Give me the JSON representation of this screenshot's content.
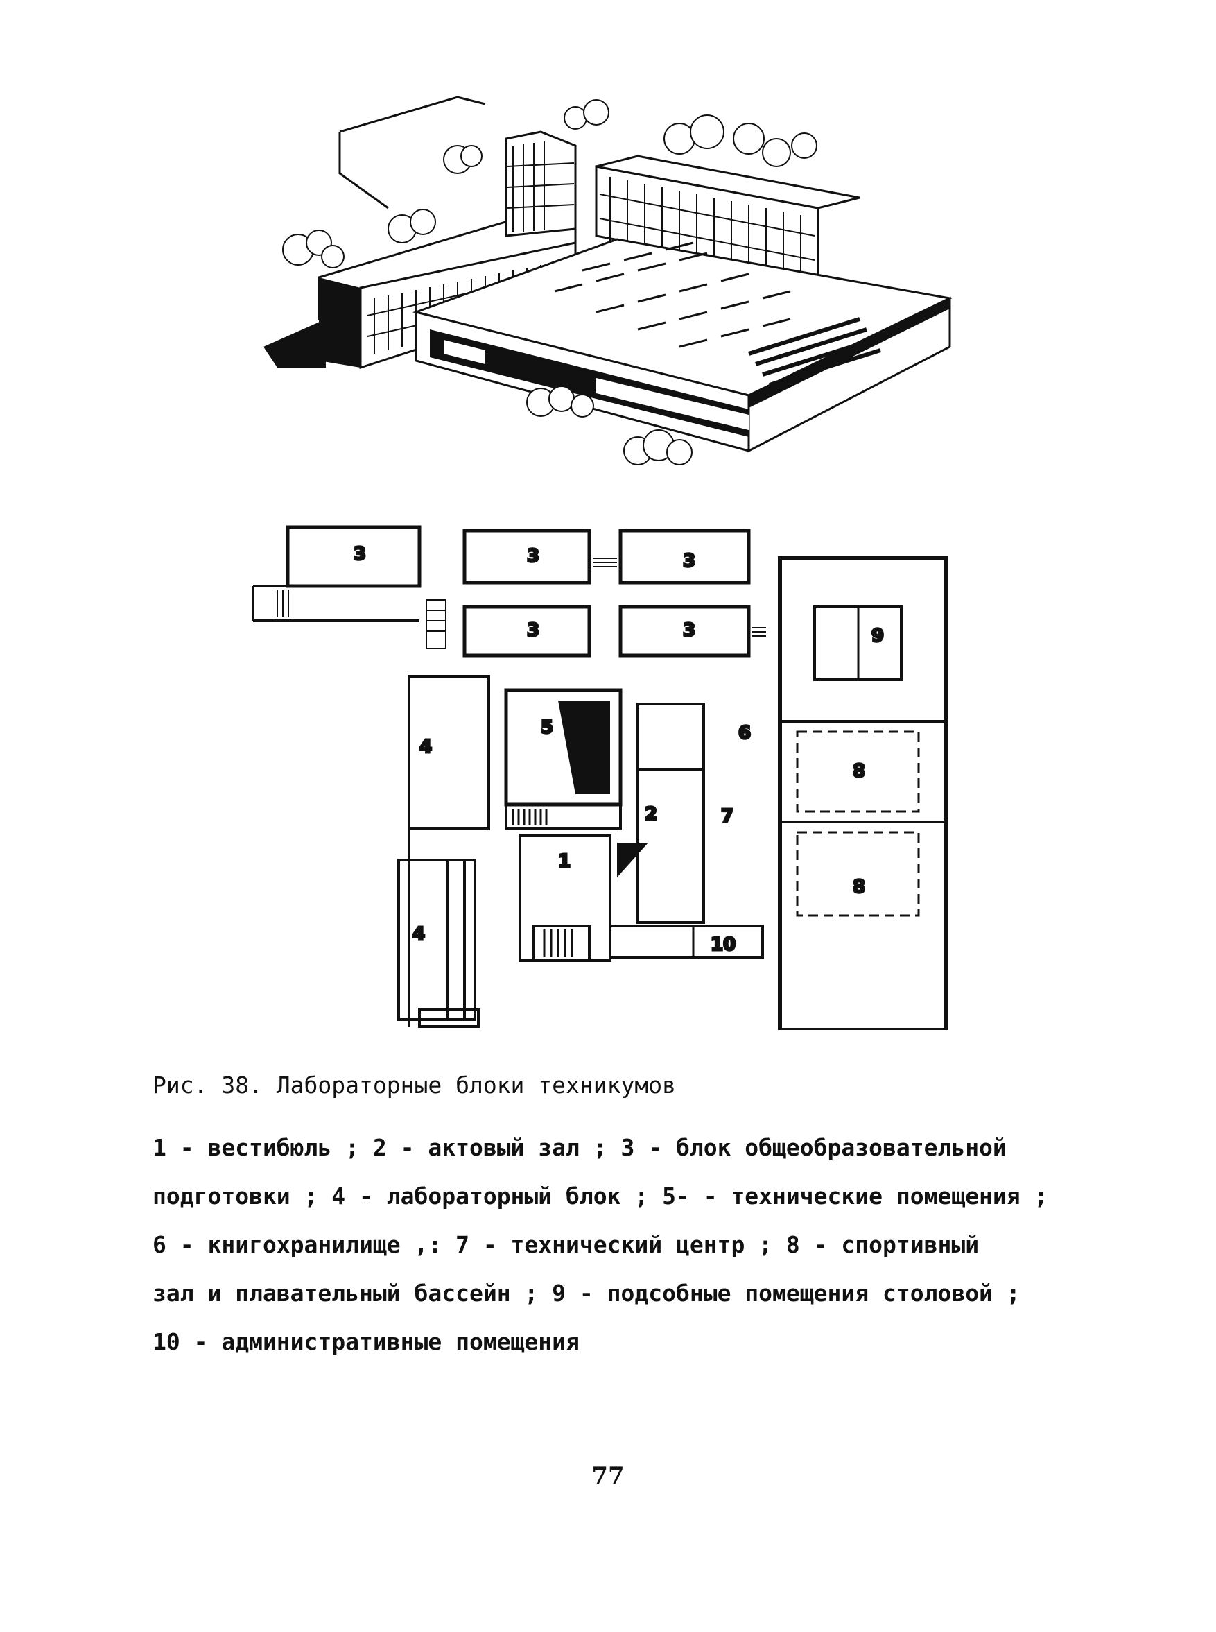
{
  "figure": {
    "caption_title": "Рис. 38. Лабораторные блоки техникумов",
    "legend_lines": [
      "1 - вестибюль ; 2 - актовый зал ; 3 - блок общеобразовательной",
      "подготовки ; 4 - лабораторный блок ; 5- - технические помещения ;",
      "6 - книгохранилище ,:  7 - технический центр ; 8 - спортивный",
      "зал и плавательный бассейн ;  9 - подсобные помещения столовой ;",
      "10 - административные помещения"
    ],
    "plan_labels": {
      "l3a": "3",
      "l3b": "3",
      "l3c": "3",
      "l3d": "3",
      "l3e": "3",
      "l4a": "4",
      "l4b": "4",
      "l5": "5",
      "l6": "6",
      "l2": "2",
      "l7": "7",
      "l1": "1",
      "l9": "9",
      "l8a": "8",
      "l8b": "8",
      "l10": "10"
    }
  },
  "page_number": "77"
}
